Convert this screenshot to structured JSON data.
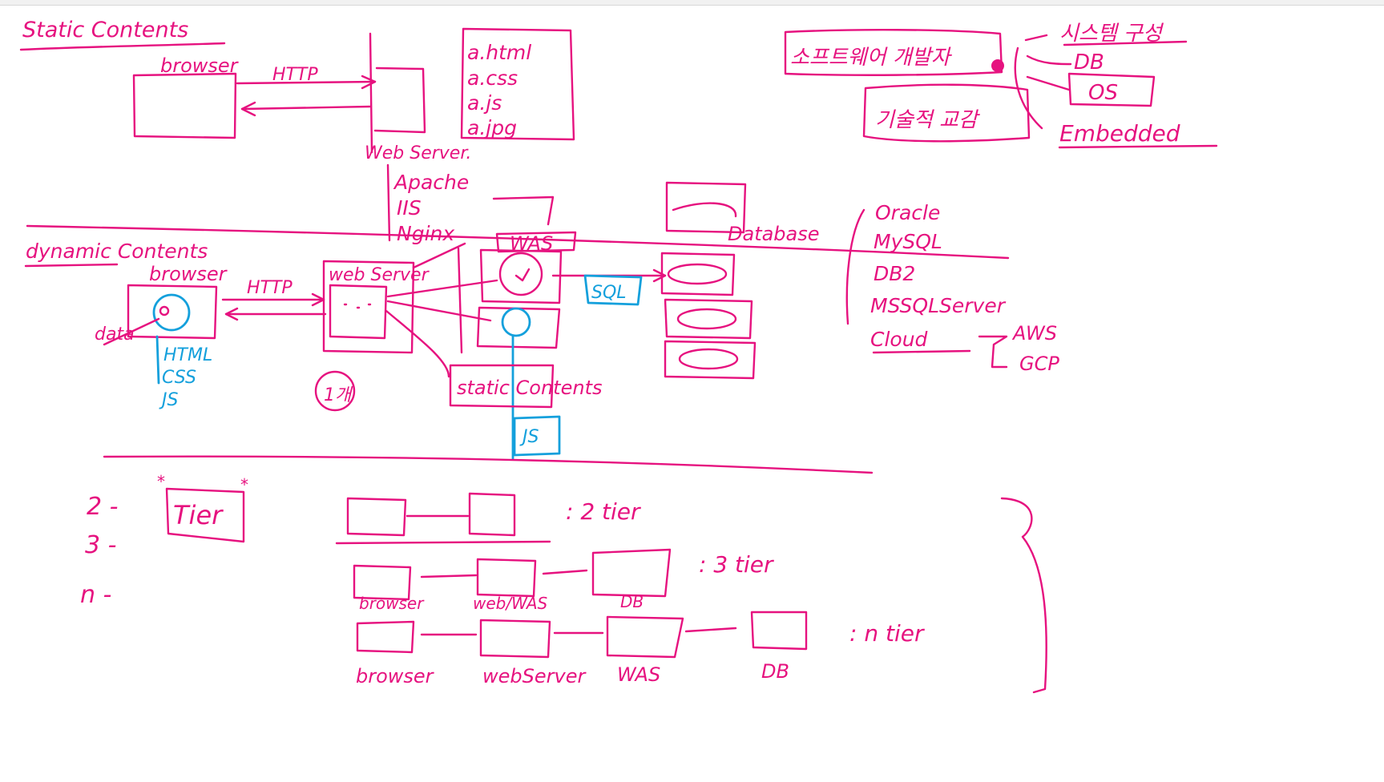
{
  "colors": {
    "ink": "#e6127f",
    "blue": "#14a0dc",
    "background": "#ffffff"
  },
  "static_section": {
    "heading": "Static Contents",
    "browser_label": "browser",
    "http_label": "HTTP",
    "web_server_label": "Web Server.",
    "files": [
      "a.html",
      "a.css",
      "a.js",
      "a.jpg"
    ],
    "servers": [
      "Apache",
      "IIS",
      "Nginx"
    ]
  },
  "notes": {
    "software_dev": "소프트웨어 개발자",
    "tech_exchange": "기술적 교감",
    "heading_ko": "시스템 구성",
    "items": [
      "DB",
      "OS",
      "Embedded"
    ]
  },
  "dynamic_section": {
    "heading": "dynamic Contents",
    "browser_label": "browser",
    "http_label": "HTTP",
    "data_label": "data",
    "client_tech": [
      "HTML",
      "CSS",
      "JS"
    ],
    "web_server_label": "web Server",
    "was_label": "WAS",
    "sql_label": "SQL",
    "database_label": "Database",
    "static_contents_label": "static Contents",
    "js_label": "JS",
    "badge_label": "1개",
    "db_list": [
      "Oracle",
      "MySQL",
      "DB2",
      "MSSQLServer",
      "Cloud"
    ],
    "cloud_list": [
      "AWS",
      "GCP"
    ]
  },
  "tier_section": {
    "title": "Tier",
    "levels": [
      "2 -",
      "3 -",
      "n -"
    ],
    "two_tier_label": ": 2 tier",
    "three_tier_label": ": 3 tier",
    "n_tier_label": ": n tier",
    "three_tier_boxes": [
      "browser",
      "web/WAS",
      "DB"
    ],
    "n_tier_boxes": [
      "browser",
      "webServer",
      "WAS",
      "DB"
    ]
  }
}
